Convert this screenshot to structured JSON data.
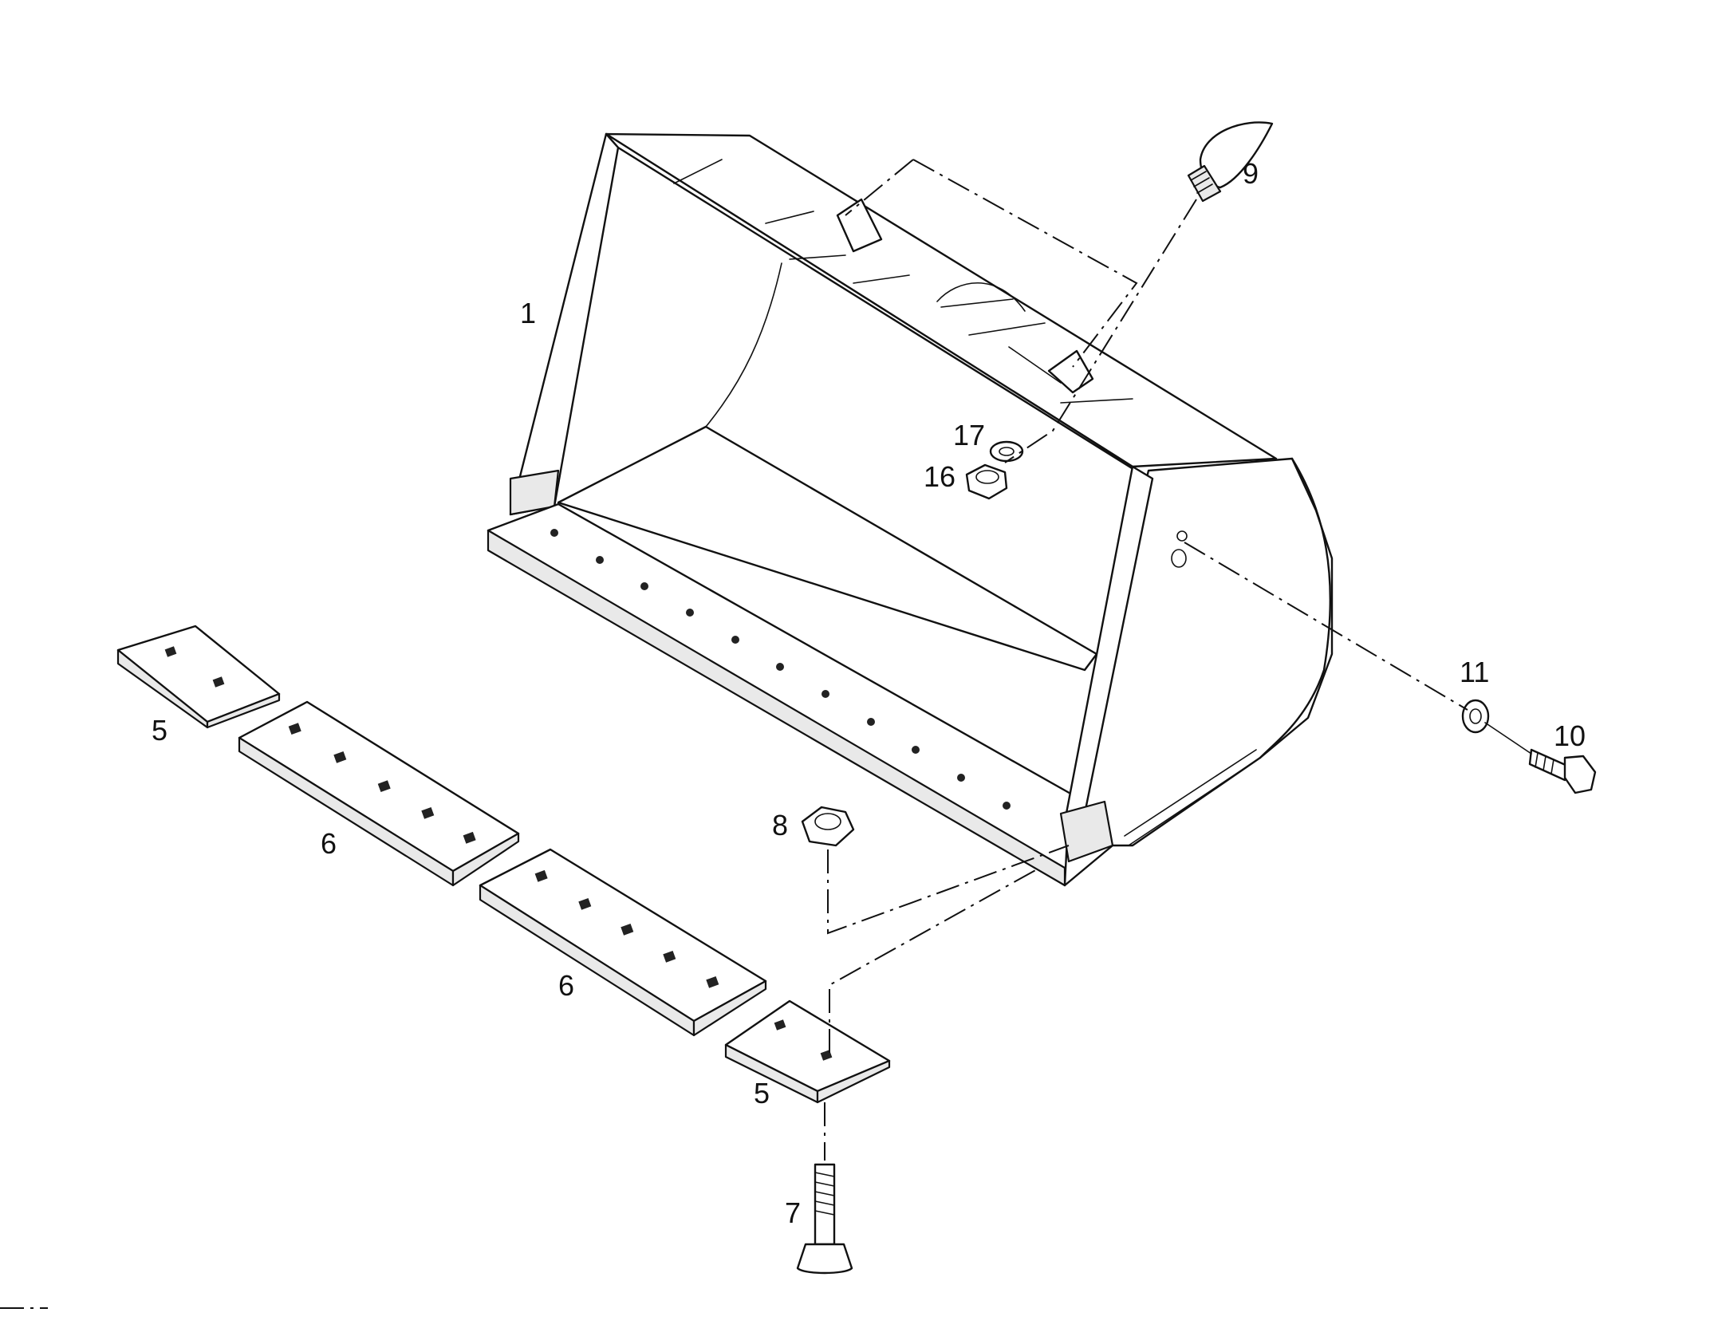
{
  "callouts": [
    {
      "id": "c1",
      "text": "1"
    },
    {
      "id": "c5a",
      "text": "5"
    },
    {
      "id": "c5b",
      "text": "5"
    },
    {
      "id": "c6a",
      "text": "6"
    },
    {
      "id": "c6b",
      "text": "6"
    },
    {
      "id": "c7",
      "text": "7"
    },
    {
      "id": "c8",
      "text": "8"
    },
    {
      "id": "c9",
      "text": "9"
    },
    {
      "id": "c10",
      "text": "10"
    },
    {
      "id": "c11",
      "text": "11"
    },
    {
      "id": "c16",
      "text": "16"
    },
    {
      "id": "c17",
      "text": "17"
    }
  ]
}
